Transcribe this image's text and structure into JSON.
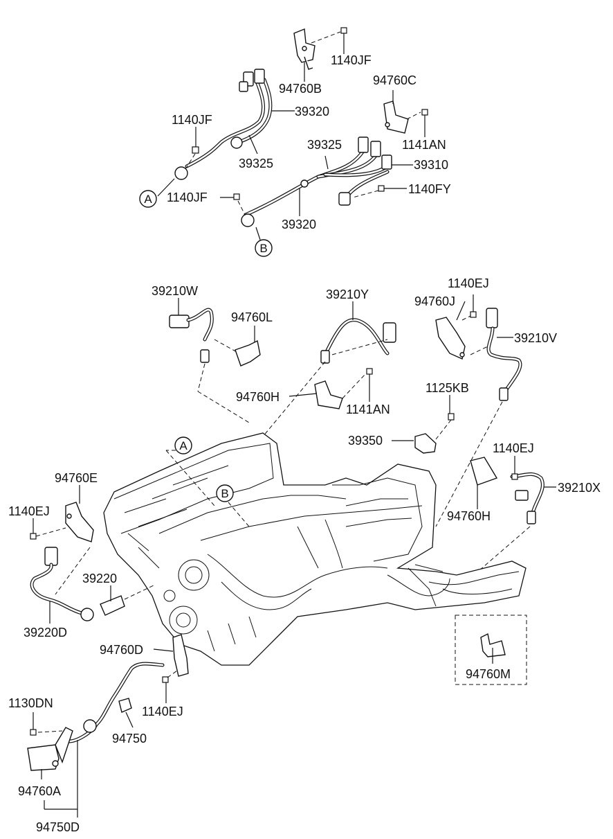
{
  "callouts": {
    "p1140JF_top": "1140JF",
    "p94760B": "94760B",
    "p39320_top": "39320",
    "p94760C": "94760C",
    "p1140JF_left": "1140JF",
    "p39325_left": "39325",
    "p39325_right": "39325",
    "p1141AN_top": "1141AN",
    "p39310": "39310",
    "p1140JF_mid": "1140JF",
    "p1140FY": "1140FY",
    "p39320_bottom": "39320",
    "p39210W": "39210W",
    "p94760L": "94760L",
    "p39210Y": "39210Y",
    "p1140EJ_top": "1140EJ",
    "p94760J": "94760J",
    "p39210V": "39210V",
    "p94760H_mid": "94760H",
    "p1141AN_mid": "1141AN",
    "p1125KB": "1125KB",
    "p39350": "39350",
    "p1140EJ_right": "1140EJ",
    "p39210X": "39210X",
    "p94760H_right": "94760H",
    "p94760E": "94760E",
    "p1140EJ_left": "1140EJ",
    "p39220": "39220",
    "p39220D": "39220D",
    "p94760D": "94760D",
    "p1140EJ_bottom": "1140EJ",
    "p1130DN": "1130DN",
    "p94750": "94750",
    "p94760A": "94760A",
    "p94750D": "94750D",
    "p94760M": "94760M"
  },
  "circle_refs": {
    "a_top": "A",
    "b_top": "B",
    "a_engine": "A",
    "b_engine": "B"
  }
}
